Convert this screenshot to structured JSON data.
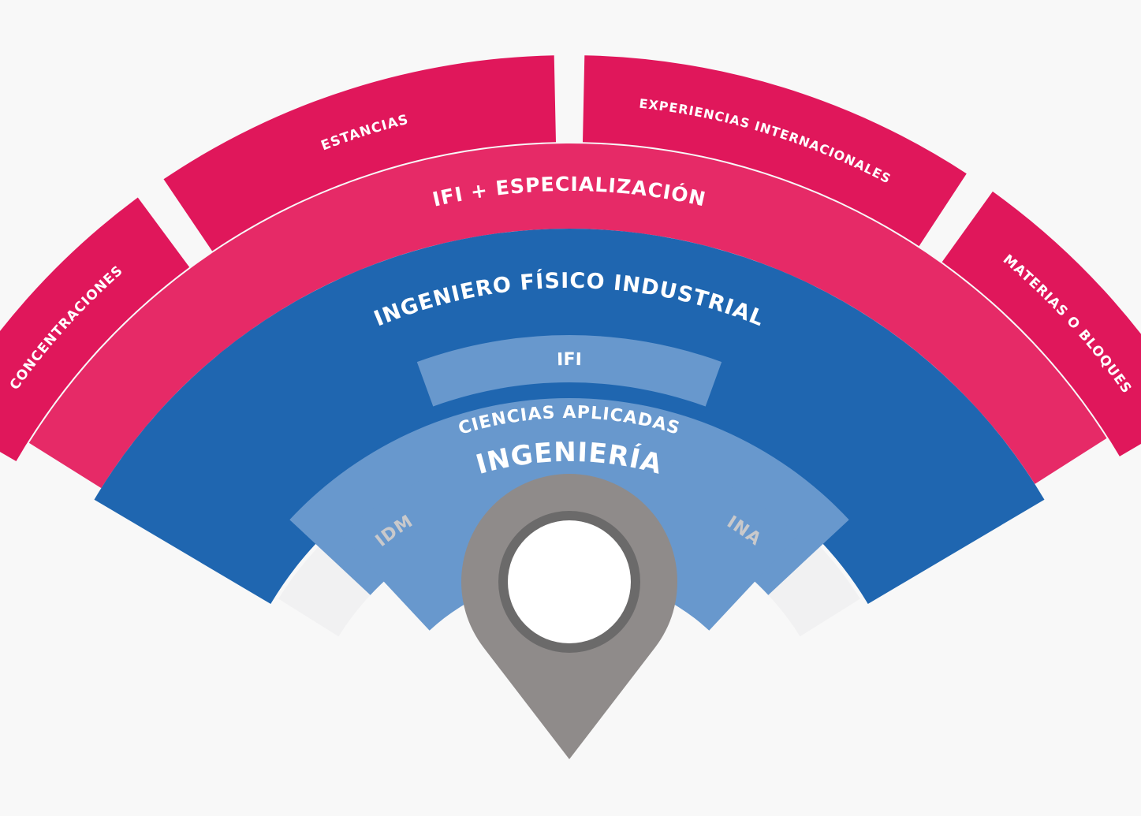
{
  "colors": {
    "background": "#f8f8f8",
    "outer_crimson": "#e0175b",
    "ifi_esp_pink": "#e62a67",
    "ingeniero_blue": "#1f66b0",
    "light_blue": "#6898cd",
    "pale_gray": "#f1f1f2",
    "pale_gray_text": "#c9c9cb",
    "pin_gray": "#8f8b8a",
    "pin_ring": "#6b6a6a",
    "pin_hole": "#ffffff",
    "label_white": "#ffffff"
  },
  "outer_segments": [
    {
      "label": "CONCENTRACIONES"
    },
    {
      "label": "ESTANCIAS"
    },
    {
      "label": "EXPERIENCIAS INTERNACIONALES"
    },
    {
      "label": "MATERIAS O BLOQUES"
    }
  ],
  "rings": {
    "ifi_especializacion": "IFI + ESPECIALIZACIÓN",
    "ingeniero_fisico_industrial": "INGENIERO FÍSICO INDUSTRIAL",
    "idm": "IDM",
    "ina": "INA",
    "ifi": "IFI",
    "ciencias_aplicadas": "CIENCIAS APLICADAS",
    "ingenieria": "INGENIERÍA"
  },
  "icons": {
    "center": "location-pin-icon"
  }
}
